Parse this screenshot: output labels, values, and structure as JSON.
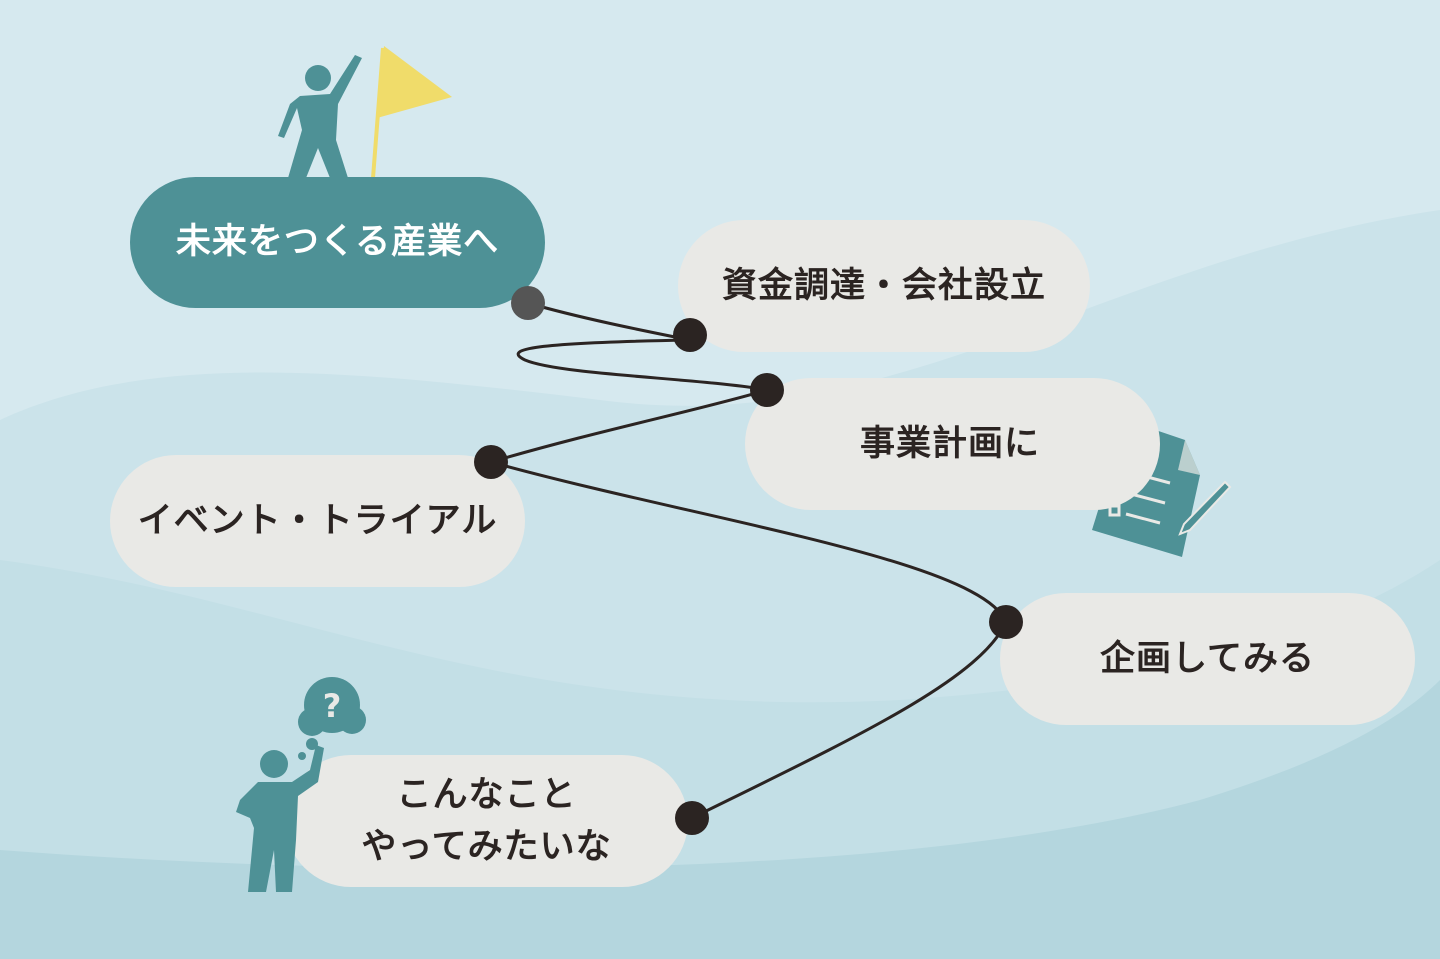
{
  "steps": [
    {
      "label": "未来をつくる産業へ"
    },
    {
      "label": "資金調達・会社設立"
    },
    {
      "label": "事業計画に"
    },
    {
      "label": "イベント・トライアル"
    },
    {
      "label": "企画してみる"
    },
    {
      "label_line1": "こんなこと",
      "label_line2": "やってみたいな"
    }
  ],
  "colors": {
    "background": "#d6e9ef",
    "teal": "#4e9196",
    "pill": "#e9e9e6",
    "flag": "#f0dc6a",
    "dot": "#2b2422",
    "text": "#2b2422"
  },
  "icons": [
    "person-with-flag-icon",
    "flag-icon",
    "checklist-document-icon",
    "pencil-icon",
    "thinking-person-icon",
    "question-bubble-icon"
  ]
}
